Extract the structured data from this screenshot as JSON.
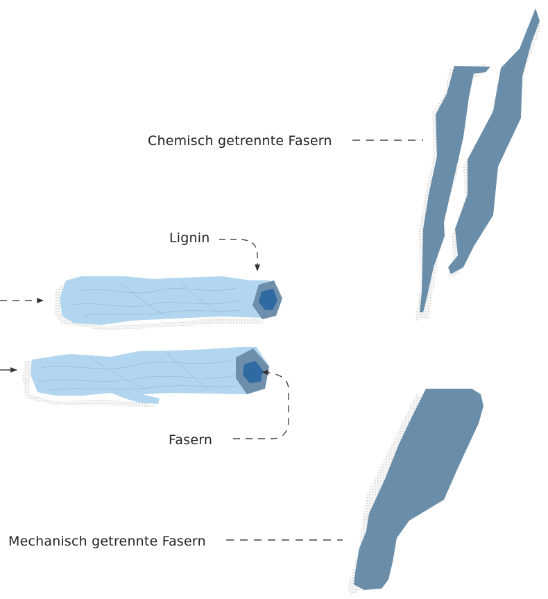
{
  "labels": {
    "chemical": "Chemisch getrennte Fasern",
    "lignin": "Lignin",
    "fibers": "Fasern",
    "mechanical": "Mechanisch getrennte Fasern"
  },
  "colors": {
    "fiber_piece": "#6a8ea9",
    "fiber_bundle": "#b3d6f0",
    "bundle_shell": "#6e8fab",
    "bundle_core": "#2f6aa2",
    "shadow": "#c9c9c9",
    "text": "#222222",
    "line": "#444444"
  },
  "icons": [
    "arrow-head-icon",
    "dashed-leader-line"
  ]
}
